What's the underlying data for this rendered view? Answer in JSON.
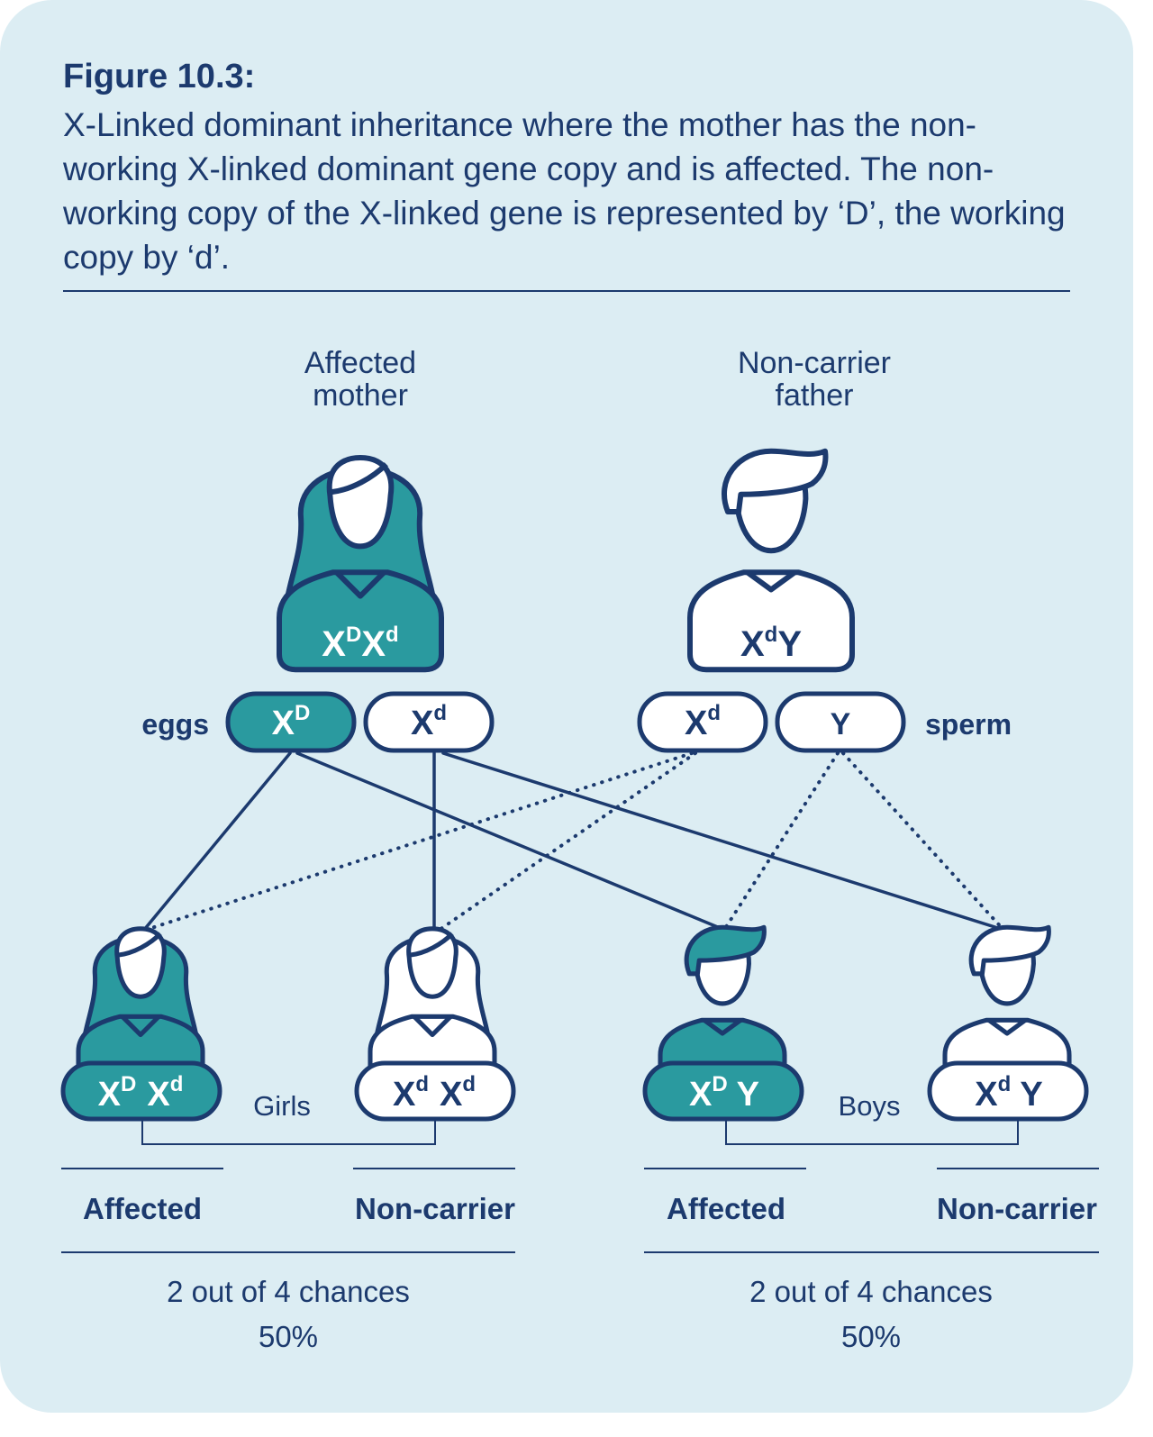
{
  "figure": {
    "title": "Figure 10.3:",
    "caption": "X-Linked dominant inheritance where the mother has the non-working X-linked dominant gene copy and is affected. The non-working copy of the X-linked gene is represented by ‘D’, the working copy by ‘d’."
  },
  "parents": {
    "mother": {
      "label_line1": "Affected",
      "label_line2": "mother",
      "genotype": [
        "X",
        "D",
        "X",
        "d"
      ]
    },
    "father": {
      "label_line1": "Non-carrier",
      "label_line2": "father",
      "genotype": [
        "X",
        "d",
        "Y"
      ]
    }
  },
  "gametes": {
    "eggs_label": "eggs",
    "sperm_label": "sperm",
    "egg1": [
      "X",
      "D"
    ],
    "egg2": [
      "X",
      "d"
    ],
    "sperm1": [
      "X",
      "d"
    ],
    "sperm2": "Y"
  },
  "children": {
    "girls_label": "Girls",
    "boys_label": "Boys",
    "girl1": [
      "X",
      "D",
      "X",
      "d"
    ],
    "girl2": [
      "X",
      "d",
      "X",
      "d"
    ],
    "boy1": [
      "X",
      "D",
      "Y"
    ],
    "boy2": [
      "X",
      "d",
      "Y"
    ]
  },
  "outcomes": {
    "girl_affected": "Affected",
    "girl_noncarrier": "Non-carrier",
    "boy_affected": "Affected",
    "boy_noncarrier": "Non-carrier"
  },
  "chances": {
    "girls_line1": "2 out of 4 chances",
    "girls_line2": "50%",
    "boys_line1": "2 out of 4 chances",
    "boys_line2": "50%"
  },
  "colors": {
    "background": "#dcedf3",
    "navy": "#1c3a6e",
    "affected": "#2a9a9f",
    "unaffected": "#ffffff"
  }
}
